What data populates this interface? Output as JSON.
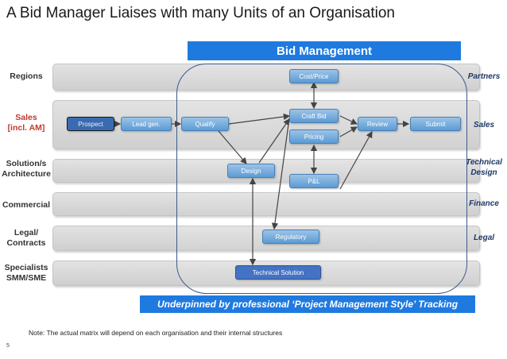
{
  "title": "A Bid Manager Liaises with many Units of an Organisation",
  "banner": "Bid Management",
  "rows": {
    "left": [
      "Regions",
      "Sales\n[incl. AM]",
      "Solution/s\nArchitecture",
      "Commercial",
      "Legal/\nContracts",
      "Specialists\nSMM/SME"
    ],
    "right": [
      "Partners",
      "Sales",
      "Technical\nDesign",
      "Finance",
      "Legal"
    ]
  },
  "nodes": {
    "prospect": "Prospect",
    "lead_gen": "Lead gen.",
    "qualify": "Qualify",
    "cost_price": "Cost/Price",
    "craft_bid": "Craft Bid",
    "pricing": "Pricing",
    "review": "Review",
    "submit": "Submit",
    "design": "Design",
    "pl": "P&L",
    "regulatory": "Regulatory",
    "technical_solution": "Technical Solution"
  },
  "bottom_banner": "Underpinned by professional ‘Project Management Style’ Tracking",
  "note": "Note: The actual matrix will depend on each organisation and their internal structures",
  "page_number": "5",
  "colors": {
    "banner": "#1f7ae0",
    "node": "#5b9bd5",
    "node_dark": "#4472c4",
    "region_border": "#3a5a8c",
    "sales_label": "#c0392b",
    "right_label": "#1f3864"
  }
}
